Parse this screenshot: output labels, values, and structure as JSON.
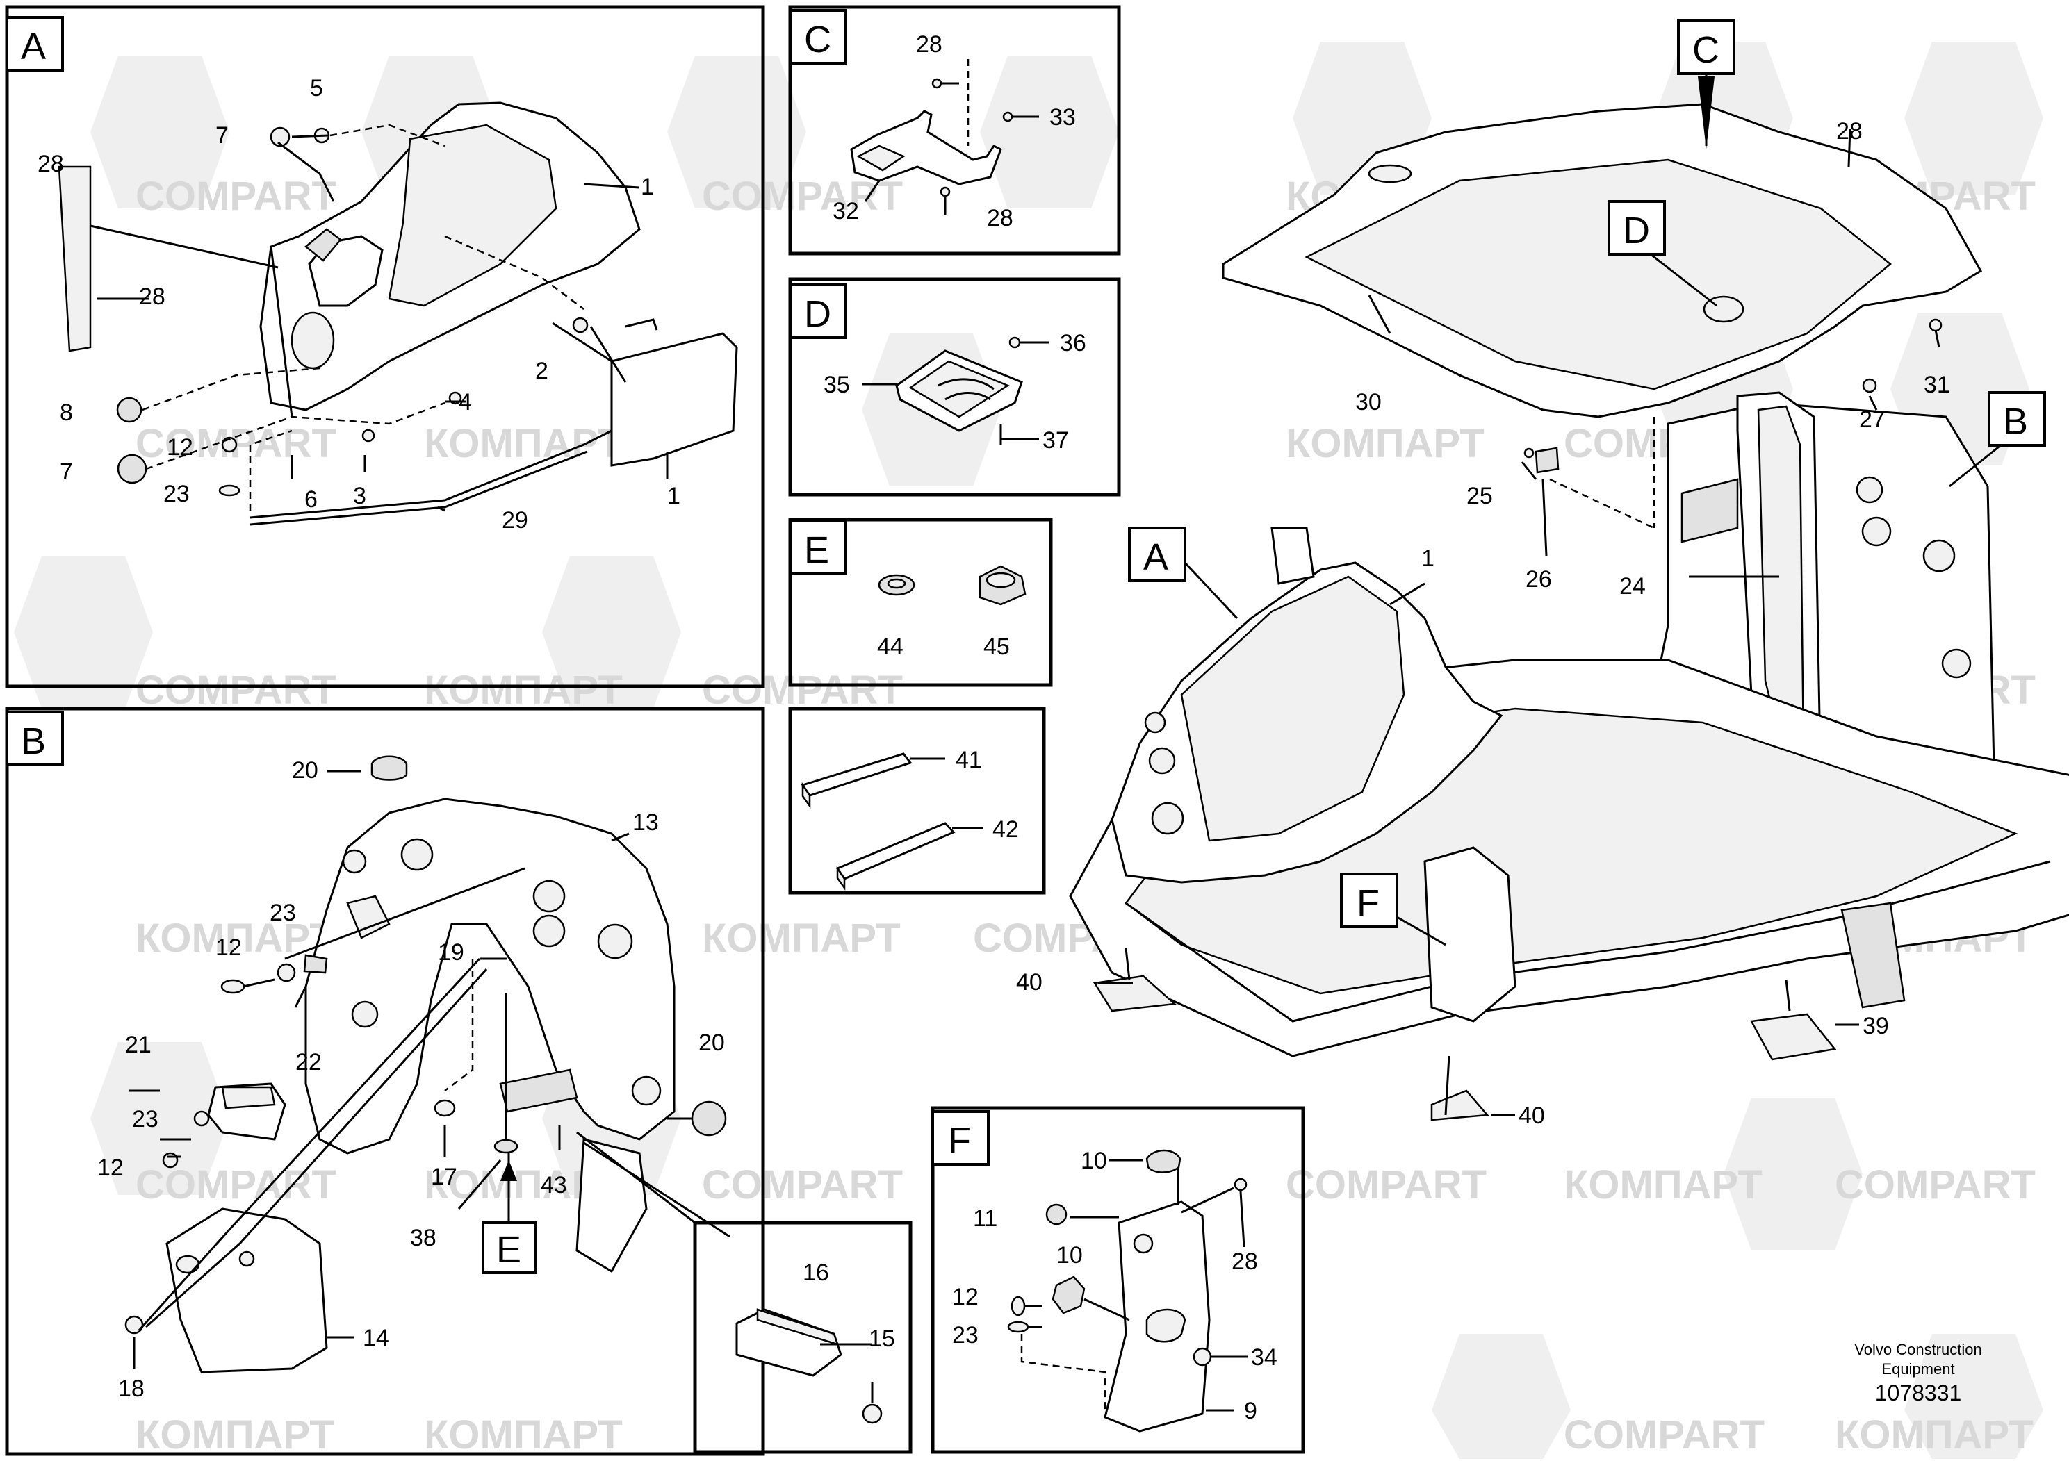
{
  "panels": {
    "A": {
      "letter": "A"
    },
    "B": {
      "letter": "B"
    },
    "C": {
      "letter": "C"
    },
    "D": {
      "letter": "D"
    },
    "E": {
      "letter": "E"
    },
    "F": {
      "letter": "F"
    }
  },
  "main_tags": {
    "A": "A",
    "B": "B",
    "C": "C",
    "D": "D",
    "F": "F"
  },
  "inset_tag_E": "E",
  "labels": {
    "A": {
      "p5": "5",
      "p7a": "7",
      "p28a": "28",
      "p1a": "1",
      "p28b": "28",
      "p2": "2",
      "p8": "8",
      "p4": "4",
      "p12": "12",
      "p7b": "7",
      "p23": "23",
      "p6": "6",
      "p3": "3",
      "p29": "29",
      "p1b": "1"
    },
    "B": {
      "p20a": "20",
      "p13": "13",
      "p23a": "23",
      "p12a": "12",
      "p19": "19",
      "p21": "21",
      "p22": "22",
      "p20b": "20",
      "p23b": "23",
      "p12b": "12",
      "p17": "17",
      "p43": "43",
      "p38": "38",
      "p14": "14",
      "p18": "18",
      "p16": "16",
      "p15": "15"
    },
    "C": {
      "p28a": "28",
      "p33": "33",
      "p32": "32",
      "p28b": "28"
    },
    "D": {
      "p36": "36",
      "p35": "35",
      "p37": "37"
    },
    "E": {
      "p44": "44",
      "p45": "45"
    },
    "G": {
      "p41": "41",
      "p42": "42"
    },
    "F": {
      "p10a": "10",
      "p11": "11",
      "p28": "28",
      "p10b": "10",
      "p12": "12",
      "p23": "23",
      "p34": "34",
      "p9": "9"
    },
    "main": {
      "p28": "28",
      "p30": "30",
      "p31": "31",
      "p27": "27",
      "p25": "25",
      "p26": "26",
      "p24": "24",
      "p1": "1",
      "p40a": "40",
      "p39": "39",
      "p40b": "40"
    }
  },
  "watermarks": {
    "latin": "COMPART",
    "cyrillic": "КОМПАРТ"
  },
  "footer": {
    "line1": "Volvo Construction",
    "line2": "Equipment",
    "doc_number": "1078331"
  }
}
